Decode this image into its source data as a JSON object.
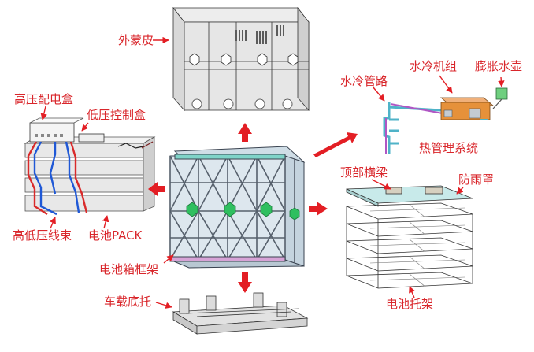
{
  "labels": {
    "outer_skin": "外蒙皮",
    "hv_box": "高压配电盒",
    "lv_box": "低压控制盒",
    "harness": "高低压线束",
    "pack": "电池PACK",
    "frame": "电池箱框架",
    "base": "车载底托",
    "pipe": "水冷管路",
    "chiller": "水冷机组",
    "tank": "膨胀水壶",
    "thermal": "热管理系统",
    "beam": "顶部横梁",
    "cover": "防雨罩",
    "rack": "电池托架"
  },
  "colors": {
    "label_text": "#d9262b",
    "arrow": "#e31e24",
    "frame_blue": "#9db4c4",
    "frame_line": "#3a4350",
    "node_green": "#2fbf5f",
    "cooling_pipe": "#4fb3c8",
    "cable_blue": "#1f58d6",
    "cable_red": "#d92a2a",
    "chiller_orange": "#e6913a"
  }
}
